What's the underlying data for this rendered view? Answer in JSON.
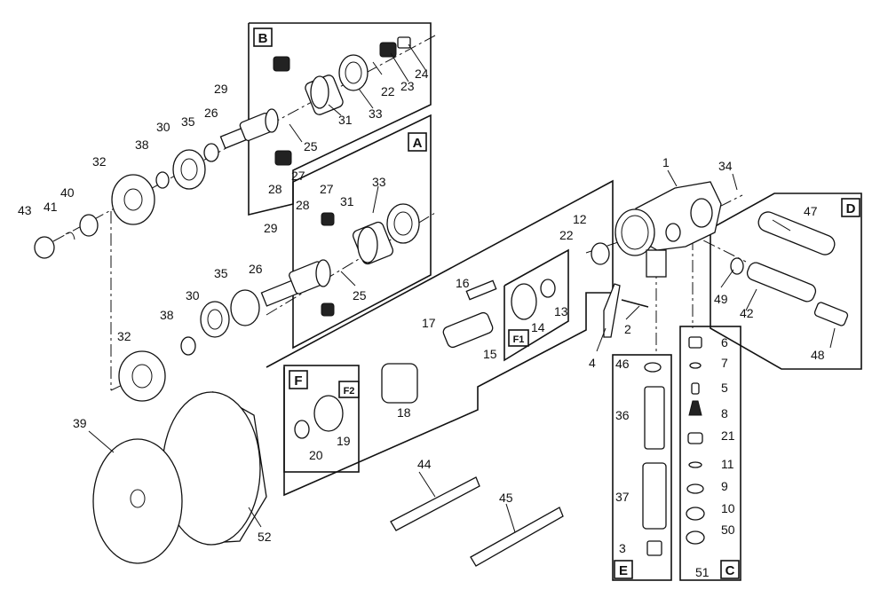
{
  "section_labels": [
    "A",
    "B",
    "C",
    "D",
    "E",
    "F",
    "F1",
    "F2"
  ],
  "part_numbers": [
    "1",
    "2",
    "3",
    "4",
    "5",
    "6",
    "7",
    "8",
    "9",
    "10",
    "11",
    "12",
    "13",
    "14",
    "15",
    "16",
    "17",
    "18",
    "19",
    "20",
    "21",
    "22",
    "23",
    "24",
    "25",
    "26",
    "27",
    "28",
    "29",
    "30",
    "31",
    "32",
    "33",
    "34",
    "35",
    "36",
    "37",
    "38",
    "39",
    "40",
    "41",
    "42",
    "43",
    "44",
    "45",
    "46",
    "47",
    "48",
    "49",
    "50",
    "51",
    "52"
  ]
}
